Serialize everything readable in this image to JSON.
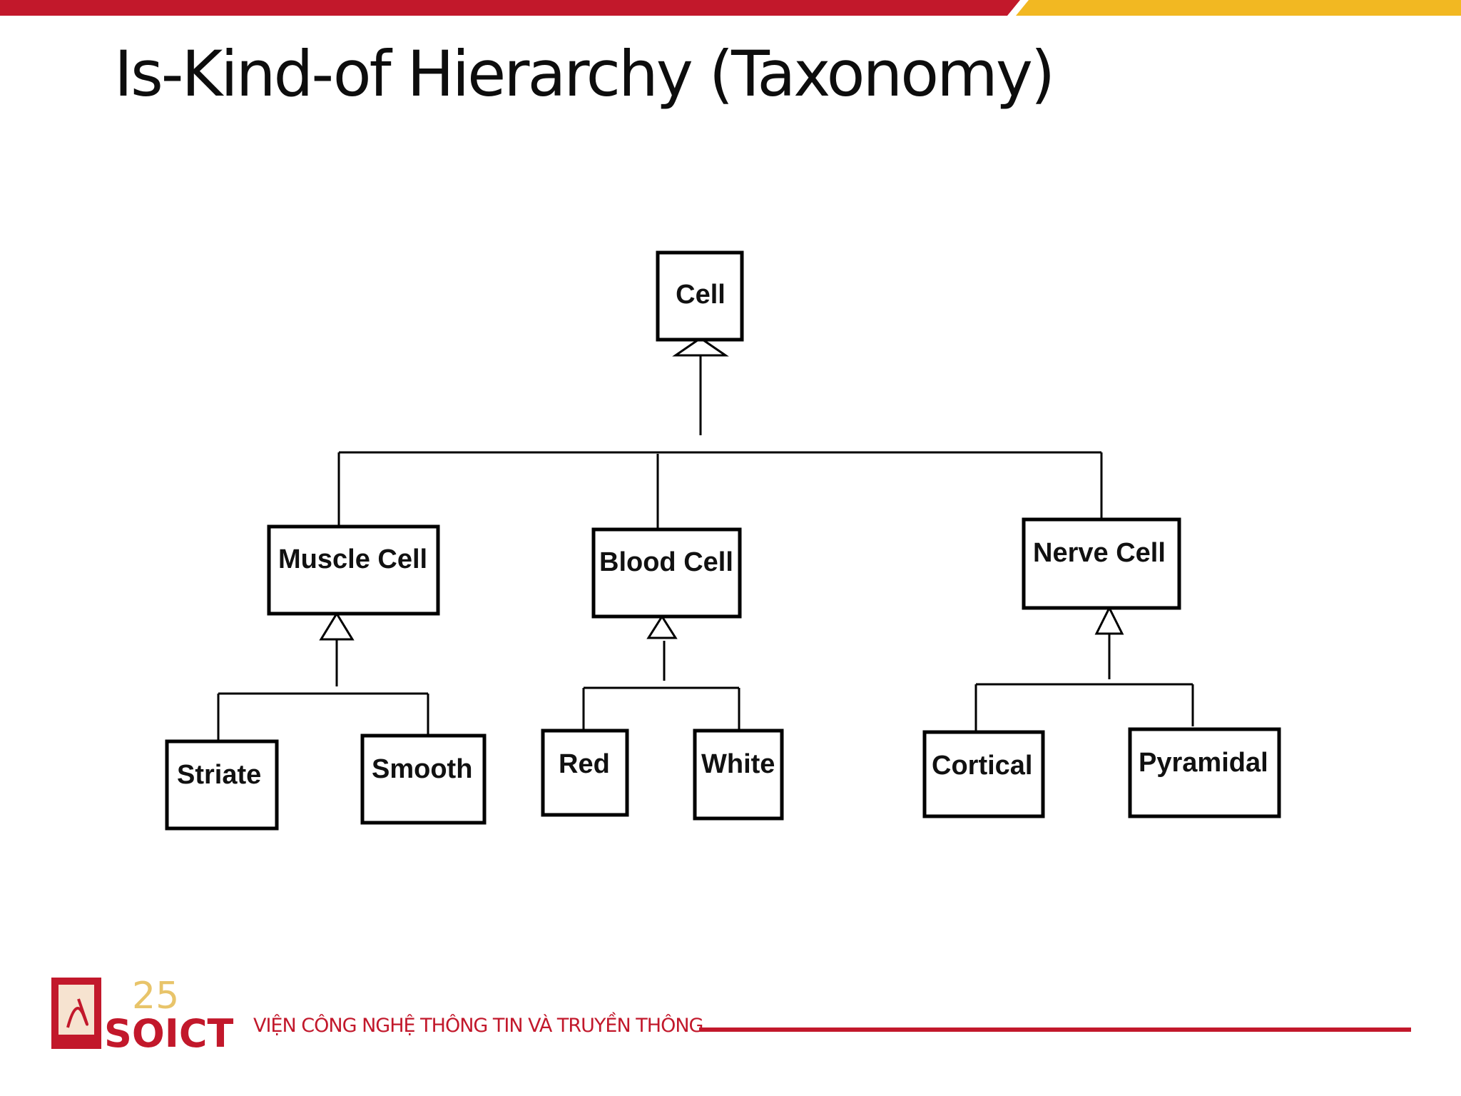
{
  "slide": {
    "title": "Is-Kind-of Hierarchy (Taxonomy)",
    "footer_text": "VIỆN CÔNG NGHỆ THÔNG TIN VÀ TRUYỀN THÔNG",
    "logo_text": "SOICT",
    "logo_number": "25"
  },
  "colors": {
    "brand_red": "#c2182b",
    "brand_yellow": "#f2b822",
    "line": "#000000"
  },
  "diagram": {
    "nodes": {
      "cell": "Cell",
      "muscle": "Muscle Cell",
      "blood": "Blood Cell",
      "nerve": "Nerve Cell",
      "striate": "Striate",
      "smooth": "Smooth",
      "red": "Red",
      "white": "White",
      "cortical": "Cortical",
      "pyramidal": "Pyramidal"
    },
    "relationship": "is-kind-of (generalization)",
    "edges": [
      [
        "muscle",
        "cell"
      ],
      [
        "blood",
        "cell"
      ],
      [
        "nerve",
        "cell"
      ],
      [
        "striate",
        "muscle"
      ],
      [
        "smooth",
        "muscle"
      ],
      [
        "red",
        "blood"
      ],
      [
        "white",
        "blood"
      ],
      [
        "cortical",
        "nerve"
      ],
      [
        "pyramidal",
        "nerve"
      ]
    ]
  }
}
